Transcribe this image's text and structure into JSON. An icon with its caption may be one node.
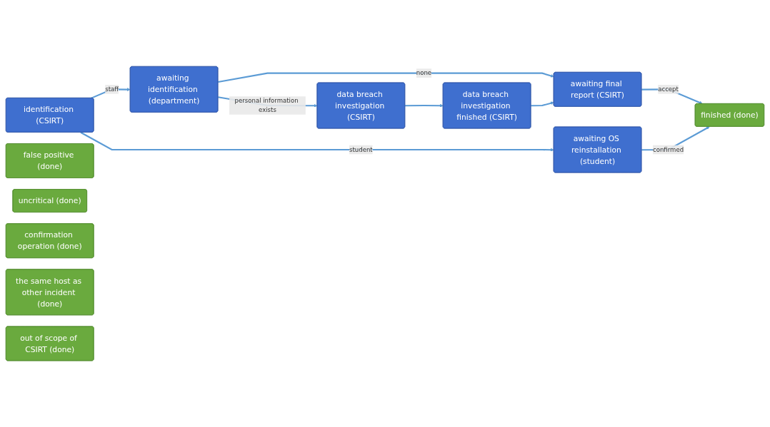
{
  "diagram": {
    "nodes": [
      {
        "text": [
          "data breach investigation (CSIRT)"
        ]
      },
      {
        "text": [
          "data breach investigation finished (CSIRT)"
        ]
      },
      {
        "text": [
          "identification (CSIRT)"
        ]
      },
      {
        "text": [
          "awaiting identification (department)"
        ]
      },
      {
        "text": [
          "awaiting final report (CSIRT)"
        ]
      },
      {
        "text": [
          "finished (done)"
        ]
      },
      {
        "text": [
          "awaiting OS reinstallation (student)"
        ]
      },
      {
        "text": [
          "false positive (done)"
        ]
      },
      {
        "text": [
          "uncritical (done)"
        ]
      },
      {
        "text": [
          "confirmation operation (done)"
        ]
      },
      {
        "text": [
          "the same host as other incident (done)"
        ]
      },
      {
        "text": [
          "out of scope of CSIRT (done)"
        ]
      }
    ],
    "edges": [
      {
        "from": 2,
        "to": 3,
        "arrow": "to",
        "label": "staff"
      },
      {
        "from": 3,
        "to": 0,
        "arrow": "to",
        "label": "personal information exists"
      },
      {
        "from": 3,
        "to": 4,
        "arrow": "to",
        "label": "none"
      },
      {
        "from": 0,
        "to": 1,
        "arrow": "to"
      },
      {
        "from": 1,
        "to": 4,
        "arrow": "to"
      },
      {
        "from": 4,
        "to": 5,
        "arrow": "to",
        "label": "accept"
      },
      {
        "from": 2,
        "to": 6,
        "arrow": "to",
        "label": "student"
      },
      {
        "from": 6,
        "to": 5,
        "arrow": "to",
        "label": "confirmed"
      }
    ]
  }
}
